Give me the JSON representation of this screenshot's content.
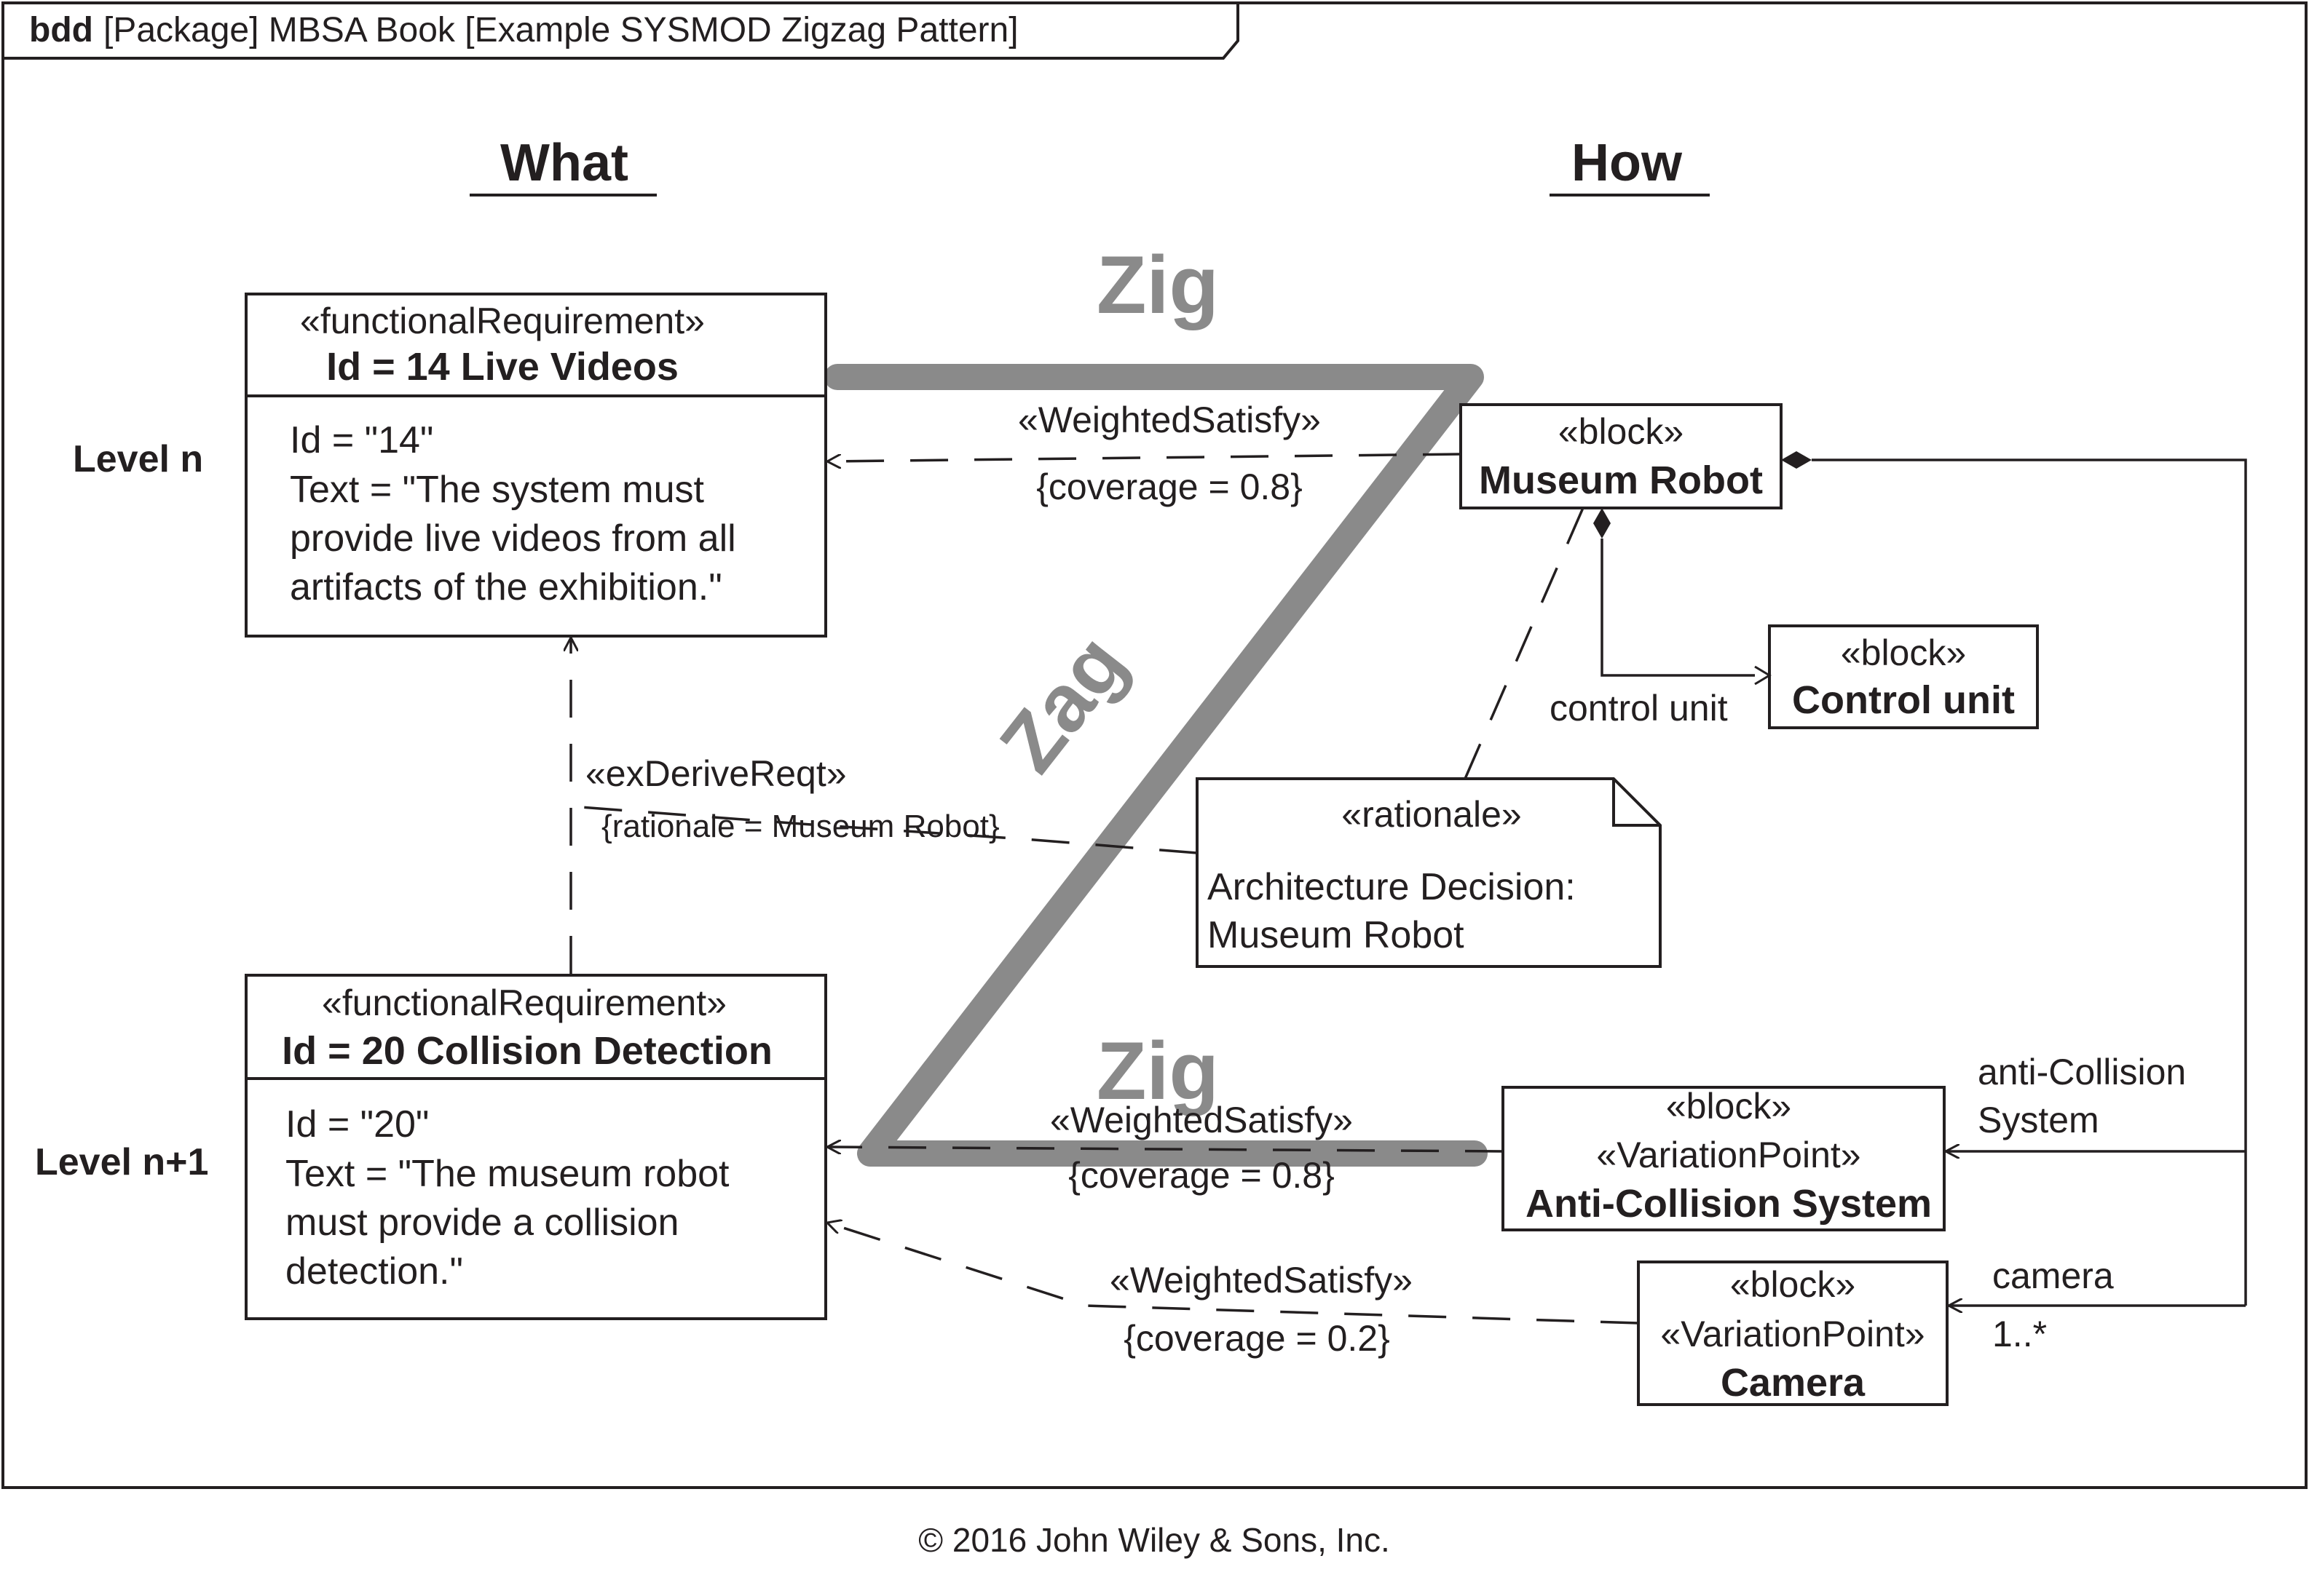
{
  "frame": {
    "kind": "bdd",
    "title": "[Package] MBSA Book [Example SYSMOD Zigzag Pattern]"
  },
  "columns": {
    "what": "What",
    "how": "How"
  },
  "levels": {
    "level_n": "Level n",
    "level_n1": "Level n+1"
  },
  "zigzag": {
    "zig_top": "Zig",
    "zag": "Zag",
    "zig_bottom": "Zig"
  },
  "requirements": {
    "live_videos": {
      "stereotype": "«functionalRequirement»",
      "name": "Id = 14 Live Videos",
      "lines": [
        "Id = \"14\"",
        "Text = \"The system must",
        "provide live videos from all",
        "artifacts of the exhibition.\""
      ]
    },
    "collision_detection": {
      "stereotype": "«functionalRequirement»",
      "name": "Id = 20 Collision Detection",
      "lines": [
        "Id = \"20\"",
        "Text = \"The museum robot",
        "must provide a collision",
        "detection.\""
      ]
    }
  },
  "blocks": {
    "museum_robot": {
      "stereotype": "«block»",
      "name": "Museum Robot"
    },
    "control_unit": {
      "stereotype": "«block»",
      "name": "Control unit"
    },
    "anti_collision": {
      "stereotype": "«block»",
      "stereotype2": "«VariationPoint»",
      "name": "Anti-Collision System"
    },
    "camera": {
      "stereotype": "«block»",
      "stereotype2": "«VariationPoint»",
      "name": "Camera"
    }
  },
  "rationale": {
    "stereotype": "«rationale»",
    "lines": [
      "Architecture Decision:",
      "Museum Robot"
    ]
  },
  "relations": {
    "satisfy_top": {
      "stereotype": "«WeightedSatisfy»",
      "constraint": "{coverage = 0.8}"
    },
    "satisfy_mid": {
      "stereotype": "«WeightedSatisfy»",
      "constraint": "{coverage = 0.8}"
    },
    "satisfy_bottom": {
      "stereotype": "«WeightedSatisfy»",
      "constraint": "{coverage = 0.2}"
    },
    "derive": {
      "stereotype": "«exDeriveReqt»",
      "constraint": "{rationale = Museum Robot}"
    }
  },
  "roles": {
    "control_unit": "control unit",
    "anti_collision_1": "anti-Collision",
    "anti_collision_2": "System",
    "camera": "camera",
    "camera_mult": "1..*"
  },
  "copyright": "© 2016 John Wiley & Sons, Inc."
}
